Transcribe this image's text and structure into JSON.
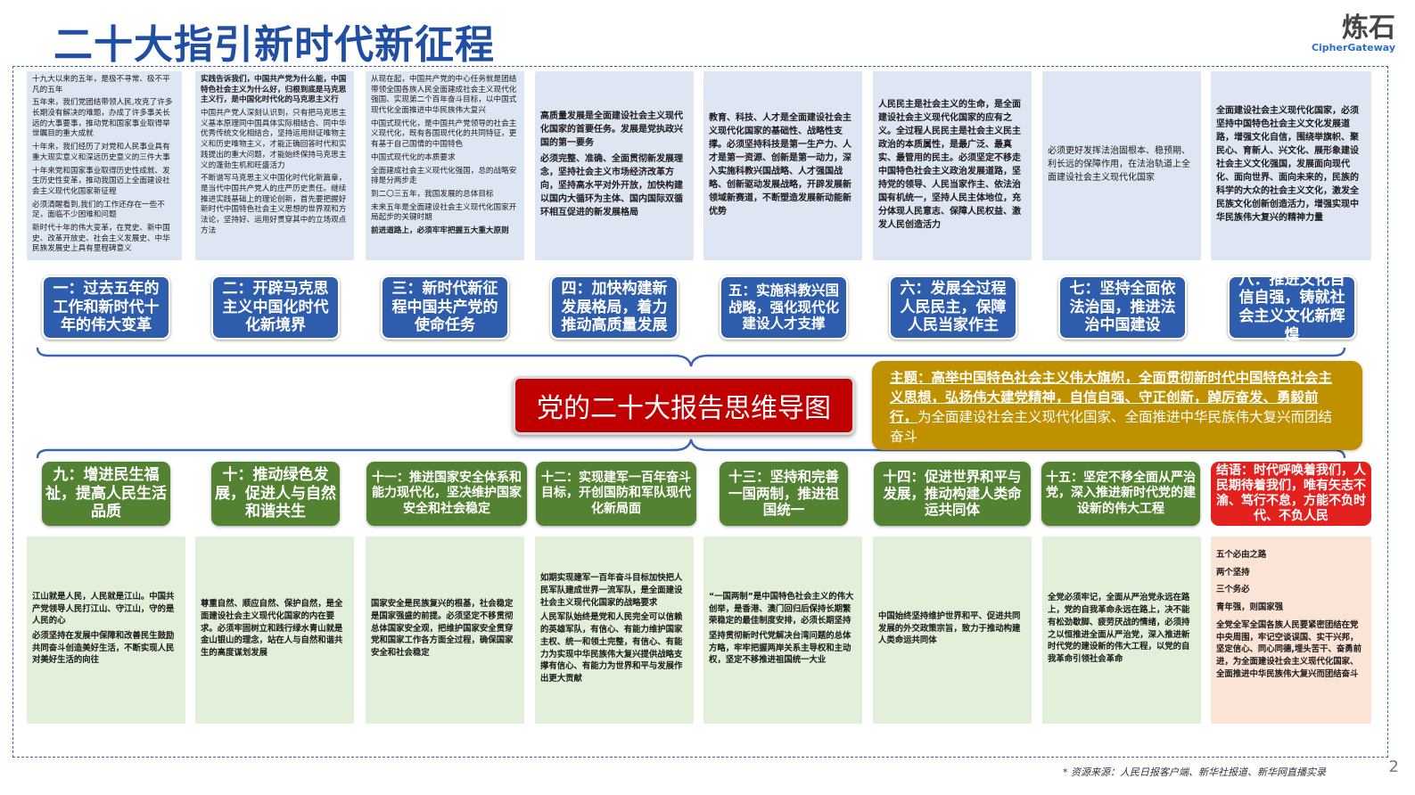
{
  "title": "二十大指引新时代新征程",
  "logo": {
    "cn": "炼石",
    "en": "CipherGateway"
  },
  "center_title": "党的二十大报告思维导图",
  "theme": {
    "lead": "主题：高举中国特色社会主义伟大旗帜，全面贯彻新时代中国特色社会主义思想，弘扬伟大建党精神，自信自强、守正创新，踔厉奋发、勇毅前行，",
    "rest": "为全面建设社会主义现代化国家、全面推进中华民族伟大复兴而团结奋斗"
  },
  "top_sections": [
    {
      "label": "一：过去五年的工作和新时代十年的伟大变革",
      "paras": [
        "十九大以来的五年，是极不寻常、极不平凡的五年",
        "五年来，我们党团结带领人民,攻克了许多长期没有解决的难题，办成了许多事关长远的大事要事，推动党和国家事业取得举世瞩目的重大成就",
        "十年来，我们经历了对党和人民事业具有重大现实意义和深远历史意义的三件大事",
        "十年来党和国家事业取得历史性成就、发生历史性变革，推动我国迈上全面建设社会主义现代化国家新征程",
        "必须清醒看到,我们的工作还存在一些不足，面临不少困难和问题",
        "新时代十年的伟大变革，在党史、新中国史、改革开放史、社会主义发展史、中华民族发展史上具有里程碑意义"
      ]
    },
    {
      "label": "二：开辟马克思主义中国化时代化新境界",
      "paras": [
        "实践告诉我们，中国共产党为什么能，中国特色社会主义为什么好，归根到底是马克思主义行，是中国化时代化的马克思主义行",
        "中国共产党人深刻认识到，只有把马克思主义基本原理同中国具体实际相结合、同中华优秀传统文化相结合，坚持运用辩证唯物主义和历史唯物主义，才能正确回答时代和实践提出的重大问题，才能始终保持马克思主义的蓬勃生机和旺盛活力",
        "不断谱写马克思主义中国化时代化新篇章，是当代中国共产党人的庄严历史责任。继续推进实践基础上的理论创新，首先要把握好新时代中国特色社会主义思想的世界观和方法论，坚持好、运用好贯穿其中的立场观点方法"
      ]
    },
    {
      "label": "三：新时代新征程中国共产党的使命任务",
      "paras": [
        "从现在起，中国共产党的中心任务就是团结带领全国各族人民全面建成社会主义现代化强国、实现第二个百年奋斗目标，以中国式现代化全面推进中华民族伟大复兴",
        "中国式现代化，是中国共产党领导的社会主义现代化，既有各国现代化的共同特征，更有基于自己国情的中国特色",
        "中国式现代化的本质要求",
        "全面建成社会主义现代化强国，总的战略安排是分两步走",
        "到二〇三五年，我国发展的总体目标",
        "未来五年是全面建设社会主义现代化国家开局起步的关键时期",
        "前进道路上，必须牢牢把握五大重大原则"
      ]
    },
    {
      "label": "四：加快构建新发展格局，着力推动高质量发展",
      "paras": [
        "高质量发展是全面建设社会主义现代化国家的首要任务。发展是党执政兴国的第一要务",
        "必须完整、准确、全面贯彻新发展理念，坚持社会主义市场经济改革方向，坚持高水平对外开放，加快构建以国内大循环为主体、国内国际双循环相互促进的新发展格局"
      ]
    },
    {
      "label": "五：实施科教兴国战略，强化现代化建设人才支撑",
      "paras": [
        "教育、科技、人才是全面建设社会主义现代化国家的基础性、战略性支撑。必须坚持科技是第一生产力、人才是第一资源、创新是第一动力，深入实施科教兴国战略、人才强国战略、创新驱动发展战略，开辟发展新领域新赛道，不断塑造发展新动能新优势"
      ]
    },
    {
      "label": "六：发展全过程人民民主，保障人民当家作主",
      "paras": [
        "人民民主是社会主义的生命，是全面建设社会主义现代化国家的应有之义。全过程人民民主是社会主义民主政治的本质属性，是最广泛、最真实、最管用的民主。必须坚定不移走中国特色社会主义政治发展道路，坚持党的领导、人民当家作主、依法治国有机统一，坚持人民主体地位，充分体现人民意志、保障人民权益、激发人民创造活力"
      ]
    },
    {
      "label": "七：坚持全面依法治国，推进法治中国建设",
      "paras": [
        "必须更好发挥法治固根本、稳预期、利长远的保障作用，在法治轨道上全面建设社会主义现代化国家"
      ]
    },
    {
      "label": "八：推进文化自信自强，铸就社会主义文化新辉煌",
      "paras": [
        "全面建设社会主义现代化国家，必须坚持中国特色社会主义文化发展道路，增强文化自信，围绕举旗帜、聚民心、育新人、兴文化、展形象建设社会主义文化强国，发展面向现代化、面向世界、面向未来的，民族的科学的大众的社会主义文化，激发全民族文化创新创造活力，增强实现中华民族伟大复兴的精神力量"
      ]
    }
  ],
  "bottom_sections": [
    {
      "label": "九：增进民生福祉，提高人民生活品质",
      "paras": [
        "江山就是人民，人民就是江山。中国共产党领导人民打江山、守江山，守的是人民的心",
        "必须坚持在发展中保障和改善民生鼓励共同奋斗创造美好生活，不断实现人民对美好生活的向往"
      ]
    },
    {
      "label": "十：推动绿色发展，促进人与自然和谐共生",
      "paras": [
        "尊重自然、顺应自然、保护自然，是全面建设社会主义现代化国家的内在要求。必须牢固树立和践行绿水青山就是金山银山的理念，站在人与自然和谐共生的高度谋划发展"
      ]
    },
    {
      "label": "十一：推进国家安全体系和能力现代化，坚决维护国家安全和社会稳定",
      "paras": [
        "国家安全是民族复兴的根基，社会稳定是国家强盛的前提。必须坚定不移贯彻总体国家安全观，把维护国家安全贯穿党和国家工作各方面全过程，确保国家安全和社会稳定"
      ]
    },
    {
      "label": "十二：实现建军一百年奋斗目标，开创国防和军队现代化新局面",
      "paras": [
        "如期实现建军一百年奋斗目标加快把人民军队建成世界一流军队，是全面建设社会主义现代化国家的战略要求",
        "人民军队始终是党和人民完全可以信赖的英雄军队，有信心、有能力维护国家主权、统一和领土完整，有信心、有能力为实现中华民族伟大复兴提供战略支撑有信心、有能力为世界和平与发展作出更大贡献"
      ]
    },
    {
      "label": "十三：坚持和完善一国两制，推进祖国统一",
      "paras": [
        "“一国两制”是中国特色社会主义的伟大创举，是香港、澳门回归后保持长期繁荣稳定的最佳制度安排，必须长期坚持",
        "坚持贯彻新时代党解决台湾问题的总体方略，牢牢把握两岸关系主导权和主动权，坚定不移推进祖国统一大业"
      ]
    },
    {
      "label": "十四：促进世界和平与发展，推动构建人类命运共同体",
      "paras": [
        "中国始终坚持维护世界和平、促进共同发展的外交政策宗旨，致力于推动构建人类命运共同体"
      ]
    },
    {
      "label": "十五：坚定不移全面从严治党，深入推进新时代党的建设新的伟大工程",
      "paras": [
        "全党必须牢记，全面从严治党永远在路上，党的自我革命永远在路上，决不能有松劲歇脚、疲劳厌战的情绪，必须持之以恒推进全面从严治党，深入推进新时代党的建设新的伟大工程，以党的自我革命引领社会革命"
      ]
    },
    {
      "label": "结语：时代呼唤着我们，人民期待着我们，唯有矢志不渝、笃行不怠，方能不负时代、不负人民",
      "paras": [
        "五个必由之路",
        "两个坚持",
        "三个务必",
        "青年强，则国家强",
        "全党全军全国各族人民要紧密团结在党中央周围，牢记空谈误国、实干兴邦，坚定信心、同心同德,埋头苦干、奋勇前进，为全面建设社会主义现代化国家、全面推进中华民族伟大复兴而团结奋斗"
      ]
    }
  ],
  "source": "* 资源来源：人民日报客户端、新华社报道、新华网直播实录",
  "page_number": "2",
  "colors": {
    "title": "#1f4ea3",
    "top_label": "#2f5dae",
    "bottom_label": "#548233",
    "conclusion_label": "#e32220",
    "center": "#c00000",
    "theme": "#bf9000",
    "top_card": "#dfe6f3",
    "bottom_card": "#e2efd9",
    "conclusion_card": "#fbe3d6"
  }
}
